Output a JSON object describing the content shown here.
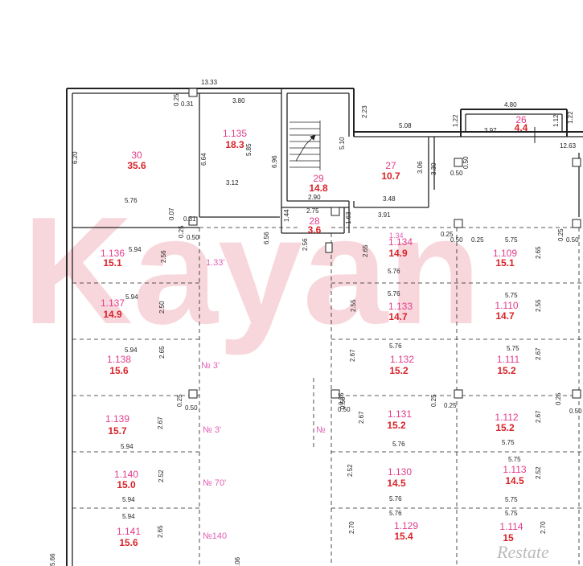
{
  "watermark": "Kayan",
  "logo": "Restate",
  "rooms": [
    {
      "id": "30",
      "area": "35.6"
    },
    {
      "id": "1.135",
      "area": "18.3"
    },
    {
      "id": "29",
      "area": "14.8"
    },
    {
      "id": "28",
      "area": "3.6"
    },
    {
      "id": "27",
      "area": "10.7"
    },
    {
      "id": "26",
      "area": "4.4"
    },
    {
      "id": "1.136",
      "area": "15.1"
    },
    {
      "id": "1.137",
      "area": "14.9"
    },
    {
      "id": "1.138",
      "area": "15.6"
    },
    {
      "id": "1.139",
      "area": "15.7"
    },
    {
      "id": "1.140",
      "area": "15.0"
    },
    {
      "id": "1.141",
      "area": "15.6"
    },
    {
      "id": "1.134",
      "area": "14.9"
    },
    {
      "id": "1.133",
      "area": "14.7"
    },
    {
      "id": "1.132",
      "area": "15.2"
    },
    {
      "id": "1.131",
      "area": "15.2"
    },
    {
      "id": "1.130",
      "area": "14.5"
    },
    {
      "id": "1.129",
      "area": "15.4"
    },
    {
      "id": "1.109",
      "area": "15.1"
    },
    {
      "id": "1.110",
      "area": "14.7"
    },
    {
      "id": "1.111",
      "area": "15.2"
    },
    {
      "id": "1.112",
      "area": "15.2"
    },
    {
      "id": "1.113",
      "area": "14.5"
    },
    {
      "id": "1.114",
      "area": "15"
    }
  ],
  "marks": [
    "1.33'",
    "№ 3'",
    "№ 3'",
    "№ 70'",
    "№140",
    "№",
    "1.34"
  ],
  "dimensions": [
    "13.33",
    "0.25",
    "0.31",
    "3.80",
    "2.23",
    "4.80",
    "6.20",
    "5.76",
    "0.07",
    "0.31",
    "0.25",
    "0.50",
    "6.64",
    "3.12",
    "5.85",
    "6.96",
    "5.10",
    "2.90",
    "2.75",
    "1.44",
    "1.63",
    "5.08",
    "1.22",
    "3.97",
    "1.12",
    "1.22",
    "12.63",
    "3.06",
    "3.30",
    "0.50",
    "0.50",
    "3.48",
    "3.91",
    "5.94",
    "2.56",
    "5.94",
    "2.50",
    "5.94",
    "2.65",
    "0.25",
    "0.50",
    "2.67",
    "5.94",
    "2.52",
    "5.94",
    "2.65",
    "5.94",
    "6.56",
    "2.65",
    "5.76",
    "2.55",
    "5.76",
    "2.67",
    "5.76",
    "0.25",
    "0.50",
    "2.67",
    "5.76",
    "2.52",
    "5.76",
    "2.70",
    "5.76",
    "0.25",
    "0.50",
    "5.75",
    "2.65",
    "5.75",
    "2.55",
    "5.75",
    "2.67",
    "0.25",
    "0.25",
    "2.67",
    "5.75",
    "5.75",
    "2.52",
    "5.75",
    "2.70",
    "0.25",
    "0.50",
    "0.25",
    "0.50",
    "5.66",
    ".06",
    "5.75",
    "2.56",
    "0.25",
    "0.50"
  ]
}
